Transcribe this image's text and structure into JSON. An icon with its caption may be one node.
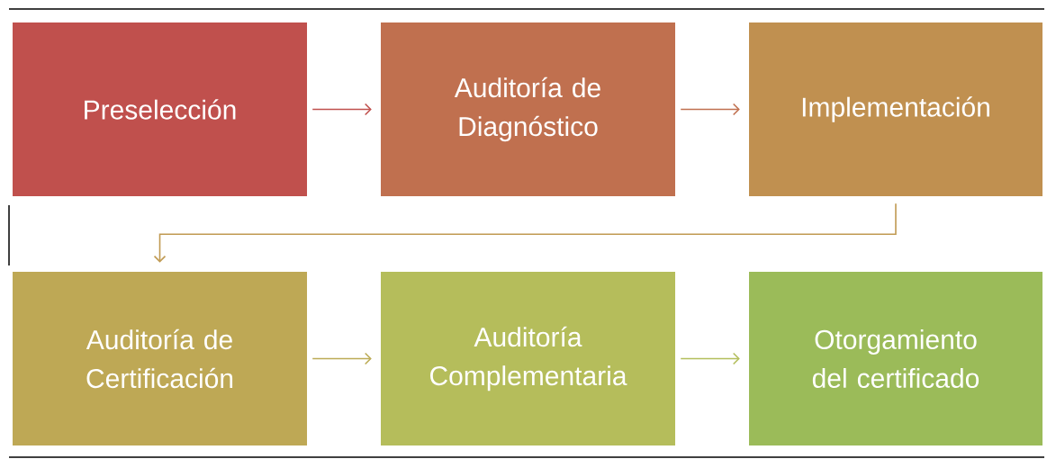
{
  "diagram": {
    "nodes": [
      {
        "text": [
          "Preselección"
        ]
      },
      {
        "text": [
          "Auditoría de Diagnóstico"
        ]
      },
      {
        "text": [
          "Implementación"
        ]
      },
      {
        "text": [
          "Auditoría de Certificación"
        ]
      },
      {
        "text": [
          "Auditoría Complementaria"
        ]
      },
      {
        "text": [
          "Otorgamiento del certificado"
        ]
      }
    ],
    "edges": [
      {
        "from": 0,
        "to": 1,
        "arrow": "to",
        "color": "#c0504d"
      },
      {
        "from": 1,
        "to": 2,
        "arrow": "to",
        "color": "#c0704f"
      },
      {
        "from": 2,
        "to": 3,
        "arrow": "to",
        "color": "#c09a52"
      },
      {
        "from": 3,
        "to": 4,
        "arrow": "to",
        "color": "#bcab55"
      },
      {
        "from": 4,
        "to": 5,
        "arrow": "to",
        "color": "#b3be5c"
      }
    ]
  }
}
